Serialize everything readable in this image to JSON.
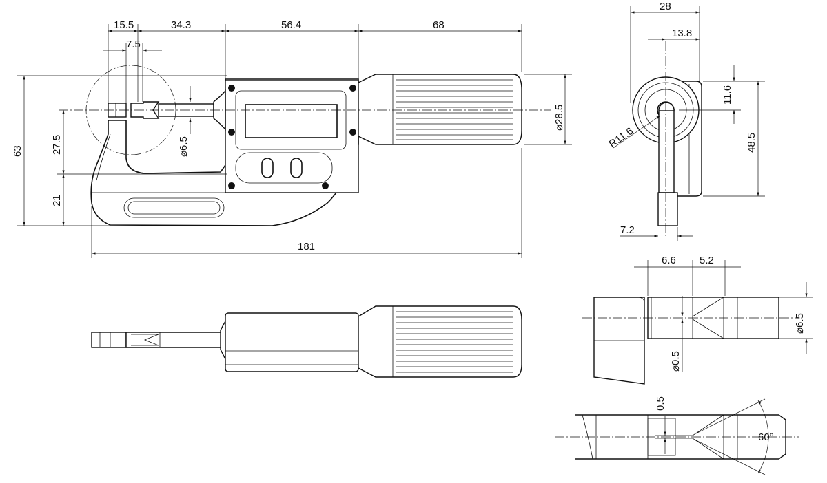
{
  "front_view": {
    "dims": {
      "d15_5": "15.5",
      "d34_3": "34.3",
      "d56_4": "56.4",
      "d68": "68",
      "d7_5": "7.5",
      "d63": "63",
      "d27_5": "27.5",
      "d21": "21",
      "dia6_5": "⌀6.5",
      "dia28_5": "⌀28.5",
      "d181": "181"
    }
  },
  "side_view": {
    "dims": {
      "d28": "28",
      "d13_8": "13.8",
      "d11_6": "11.6",
      "d48_5": "48.5",
      "r11_6": "R11.6",
      "d7_2": "7.2"
    }
  },
  "anvil_detail": {
    "dims": {
      "d6_6": "6.6",
      "d5_2": "5.2",
      "dia6_5": "⌀6.5",
      "dia0_5": "⌀0.5"
    }
  },
  "spindle_detail": {
    "dims": {
      "d0_5": "0.5",
      "angle": "60°"
    }
  }
}
